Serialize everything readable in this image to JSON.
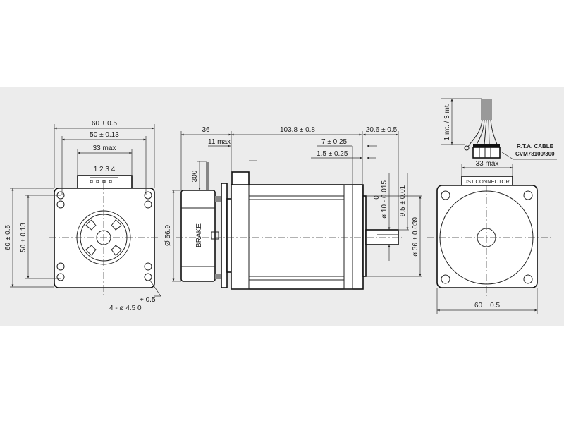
{
  "front_view": {
    "width_outer": "60 ± 0.5",
    "width_holes": "50 ± 0.13",
    "connector_width": "33 max",
    "pin_numbers": "1 2 3 4",
    "height_outer": "60 ± 0.5",
    "height_holes": "50 ± 0.13",
    "hole_tol": "+ 0.5",
    "hole_spec": "4 - ø 4.5  0"
  },
  "side_view": {
    "brake_length": "36",
    "body_length": "103.8 ± 0.8",
    "shaft_length": "20.6 ± 0.5",
    "gap": "11 max",
    "boss_a": "7 ± 0.25",
    "boss_b": "1.5 ± 0.25",
    "cable": "300",
    "brake_label": "BRAKE",
    "brake_diameter": "Ø 56.9",
    "shaft_tol_zero": "0",
    "shaft_diameter": "ø 10 - 0.015",
    "flat": "9.5 ± 0.01",
    "pilot_diameter": "ø 36 ± 0.039"
  },
  "rear_view": {
    "cable_length": "1 mt. / 3 mt.",
    "cable_name": "R.T.A. CABLE",
    "cable_code": "CVM78100/300",
    "connector_width": "33 max",
    "connector_label": "JST CONNECTOR",
    "width": "60 ± 0.5"
  }
}
